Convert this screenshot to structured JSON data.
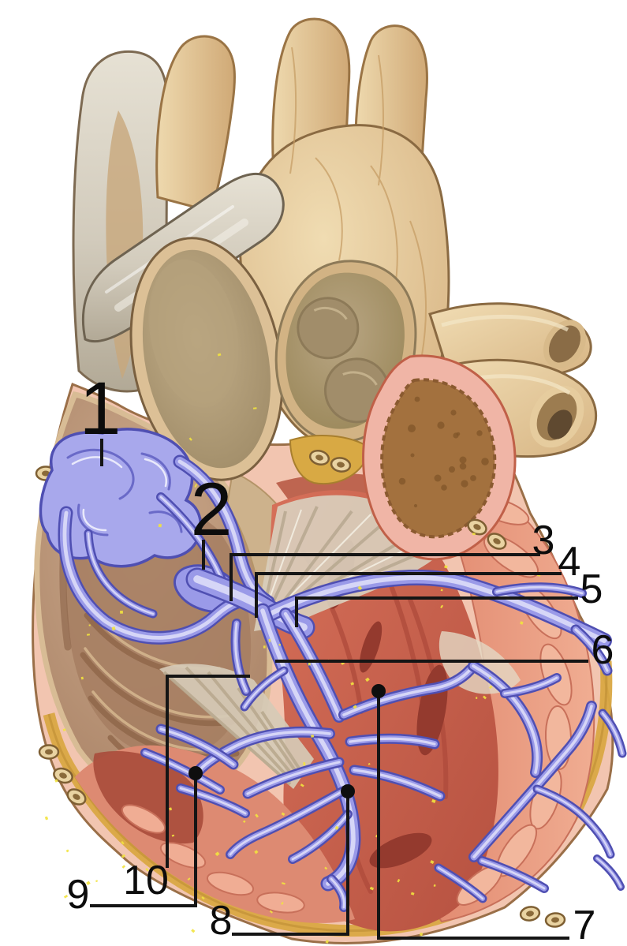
{
  "labels": [
    {
      "text": "1"
    },
    {
      "text": "2"
    },
    {
      "text": "3"
    },
    {
      "text": "4"
    },
    {
      "text": "5"
    },
    {
      "text": "6"
    },
    {
      "text": "7"
    },
    {
      "text": "8"
    },
    {
      "text": "9"
    },
    {
      "text": "10"
    }
  ],
  "palette": {
    "background": "#ffffff",
    "label_ink": "#0c0c0c",
    "conduction_blue_mid": "#9a9ae8",
    "conduction_blue_dark": "#4f4fb2",
    "conduction_blue_light": "#d6d6f7",
    "vessel_tan": "#e2c294",
    "pulmonary_gray": "#d2cbbc",
    "atrium_brown": "#c09c80",
    "myocardium_red": "#cf6753",
    "ventricle_salmon": "#e79a82",
    "epicardium_pink": "#f2c5b0",
    "fat_gold": "#d9a843",
    "speckle_yellow": "#f2e33e"
  }
}
